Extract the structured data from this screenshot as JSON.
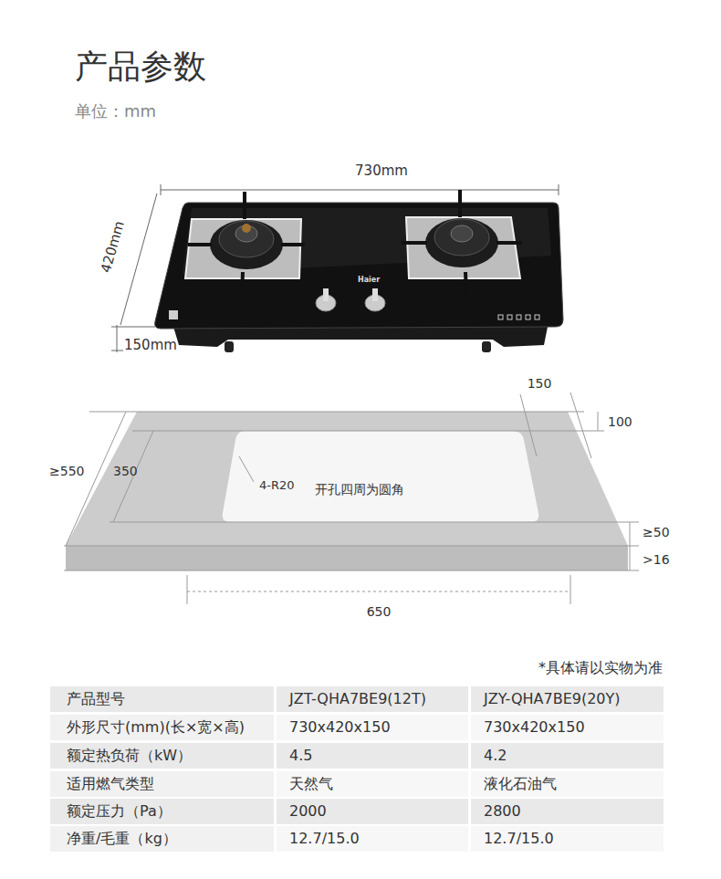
{
  "diagram": {
    "title": "产品参数",
    "labels": [
      "单位：mm",
      "730mm",
      "420mm",
      "150mm",
      "Haier",
      "150",
      "100",
      "≥550",
      "350",
      "4-R20",
      "开孔四周为圆角",
      "≥50",
      ">16",
      "650",
      "*具体请以实物为准",
      "产品型号",
      "JZT-QHA7BE9(12T)",
      "JZY-QHA7BE9(20Y)",
      "外形尺寸(mm)(长×宽×高)",
      "730x420x150",
      "730x420x150",
      "额定热负荷（kW）",
      "4.5",
      "4.2",
      "适用燃气类型",
      "天然气",
      "液化石油气",
      "额定压力（Pa）",
      "2000",
      "2800",
      "净重/毛重（kg）",
      "12.7/15.0",
      "12.7/15.0"
    ]
  }
}
